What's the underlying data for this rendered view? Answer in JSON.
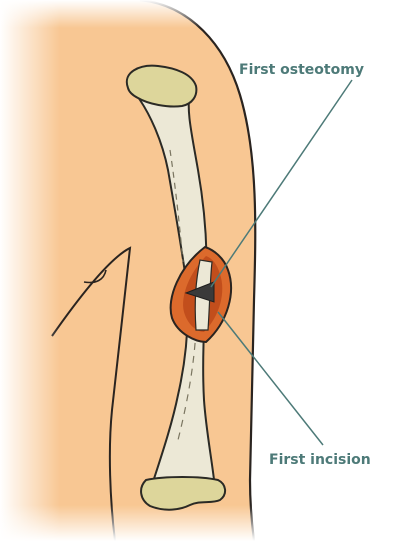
{
  "labels": {
    "first_osteotomy": "First osteotomy",
    "first_incision": "First incision"
  },
  "colors": {
    "label_text": "#4d7a78",
    "leader_line": "#4d7a78",
    "skin": "#f8c793",
    "skin_outline": "#2a2420",
    "bone_fill": "#ece8d6",
    "bone_outline": "#2b2a25",
    "joint_cartilage": "#ddd69b",
    "incision_fill": "#dc6a2c",
    "incision_inner": "#c24e1c",
    "osteotomy_wedge": "#3a3a3a"
  },
  "icons": [
    "arm-illustration",
    "humerus-bone-icon",
    "incision-icon",
    "osteotomy-wedge-icon"
  ]
}
